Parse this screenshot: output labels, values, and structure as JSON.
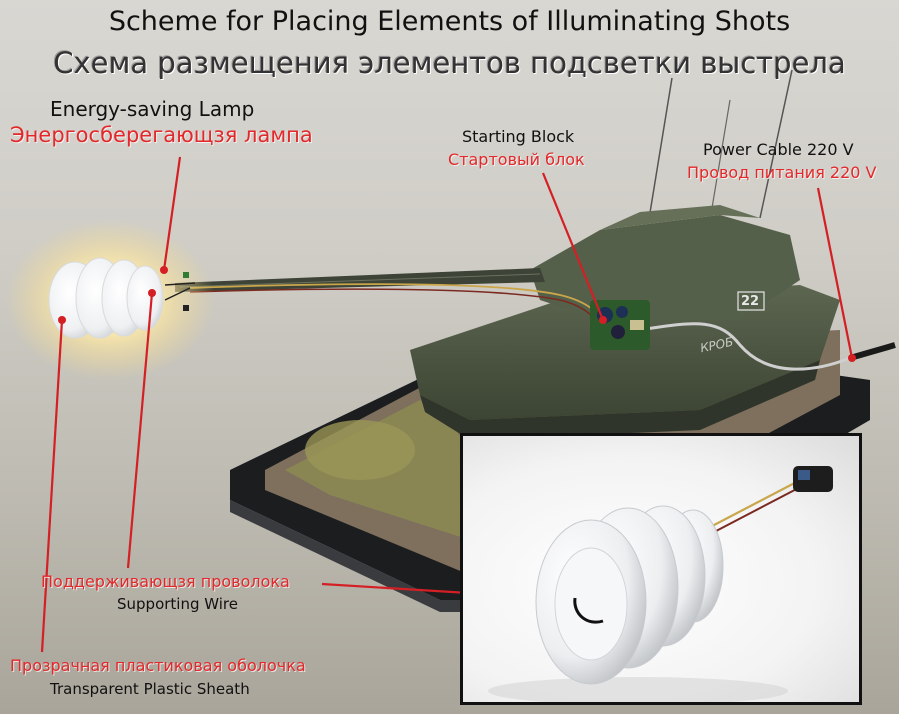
{
  "title": {
    "english": "Scheme for Placing Elements of Illuminating Shots",
    "russian": "Схема размещения элементов подсветки выстрела"
  },
  "labels": {
    "lamp": {
      "english": "Energy-saving Lamp",
      "russian": "Энергосберегающзя лампа"
    },
    "starting_block": {
      "english": "Starting Block",
      "russian": "Стартовый блок"
    },
    "power_cable": {
      "english": "Power Cable 220 V",
      "russian": "Провод питания 220 V"
    },
    "supporting_wire": {
      "english": "Supporting Wire",
      "russian": "Поддерживающзя проволока"
    },
    "plastic_sheath": {
      "english": "Transparent Plastic Sheath",
      "russian": "Прозрачная пластиковая оболочка"
    }
  },
  "tank": {
    "turret_number": "22",
    "hull_marking": "КРОБ"
  },
  "colors": {
    "label_accent": "#e3282b",
    "leader_line": "#d41f24",
    "tank_green": "#4a5340",
    "groundwork": "#7e705c",
    "base_plate": "#1c1d1f"
  }
}
